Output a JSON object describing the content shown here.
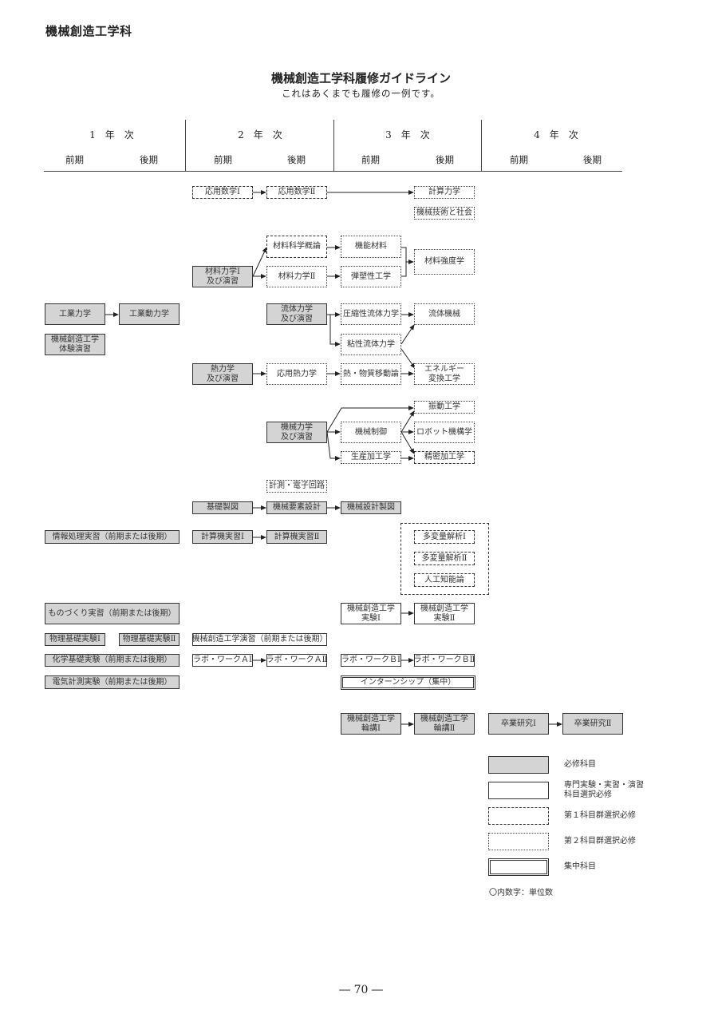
{
  "header": "機械創造工学科",
  "title": "機械創造工学科履修ガイドライン",
  "subtitle": "これはあくまでも履修の一例です。",
  "years": [
    "1　年　次",
    "2　年　次",
    "3　年　次",
    "4　年　次"
  ],
  "terms": [
    "前期",
    "後期",
    "前期",
    "後期",
    "前期",
    "後期",
    "前期",
    "後期"
  ],
  "courses": {
    "oyo1": "応用数学Ⅰ",
    "oyo2": "応用数学Ⅱ",
    "keisan": "計算力学",
    "gijutsu": "機械技術と社会",
    "zairyo_gairon": "材料科学概論",
    "kino": "機能材料",
    "zairyo_kyodo": "材料強度学",
    "zairyo1a": "材料力学Ⅰ",
    "zairyo1b": "及び演習",
    "zairyo2": "材料力学Ⅱ",
    "dansosei": "弾塑性工学",
    "kogyo": "工業力学",
    "kogyo_do": "工業動力学",
    "ryutai_a": "流体力学",
    "ryutai_b": "及び演習",
    "asshuku": "圧縮性流体力学",
    "ryutai_kikai": "流体機械",
    "taiken_a": "機械創造工学",
    "taiken_b": "体験演習",
    "nensei": "粘性流体力学",
    "netsu_a": "熱力学",
    "netsu_b": "及び演習",
    "oyo_netsu": "応用熱力学",
    "netsu_busshitsu": "熱・物質移動論",
    "energy_a": "エネルギー",
    "energy_b": "変換工学",
    "shindo": "振動工学",
    "kikai_a": "機械力学",
    "kikai_b": "及び演習",
    "seigyo": "機械制御",
    "robot": "ロボット機構学",
    "seisan": "生産加工学",
    "seimitsu": "精密加工学",
    "keisoku": "計測・電子回路",
    "kiso_seizu": "基礎製図",
    "yoso": "機械要素設計",
    "sekkei_seizu": "機械設計製図",
    "joho": "情報処理実習（前期または後期）",
    "keisanki1": "計算機実習Ⅰ",
    "keisanki2": "計算機実習Ⅱ",
    "tahen1": "多変量解析Ⅰ",
    "tahen2": "多変量解析Ⅱ",
    "jinko": "人工知能論",
    "monozukuri": "ものづくり実習（前期または後期）",
    "jikken1_a": "機械創造工学",
    "jikken1_b": "実験Ⅰ",
    "jikken2_a": "機械創造工学",
    "jikken2_b": "実験Ⅱ",
    "butsuri1": "物理基礎実験Ⅰ",
    "butsuri2": "物理基礎実験Ⅱ",
    "ensyu": "機械創造工学演習（前期または後期）",
    "kagaku": "化学基礎実験（前期または後期）",
    "laboA1": "ラボ・ワークＡⅠ",
    "laboA2": "ラボ・ワークＡⅡ",
    "laboB1": "ラボ・ワークＢⅠ",
    "laboB2": "ラボ・ワークＢⅡ",
    "denki": "電気計測実験（前期または後期）",
    "intern": "インターンシップ（集中）",
    "rinko1_a": "機械創造工学",
    "rinko1_b": "輪講Ⅰ",
    "rinko2_a": "機械創造工学",
    "rinko2_b": "輪講Ⅱ",
    "sotsu1": "卒業研究Ⅰ",
    "sotsu2": "卒業研究Ⅱ"
  },
  "legend": {
    "required": "必修科目",
    "elective_a": "専門実験・実習・演習",
    "elective_b": "科目選択必修",
    "group1": "第１科目群選択必修",
    "group2": "第２科目群選択必修",
    "intensive": "集中科目"
  },
  "note": "〇内数字：単位数",
  "page_number": "― 70 ―"
}
